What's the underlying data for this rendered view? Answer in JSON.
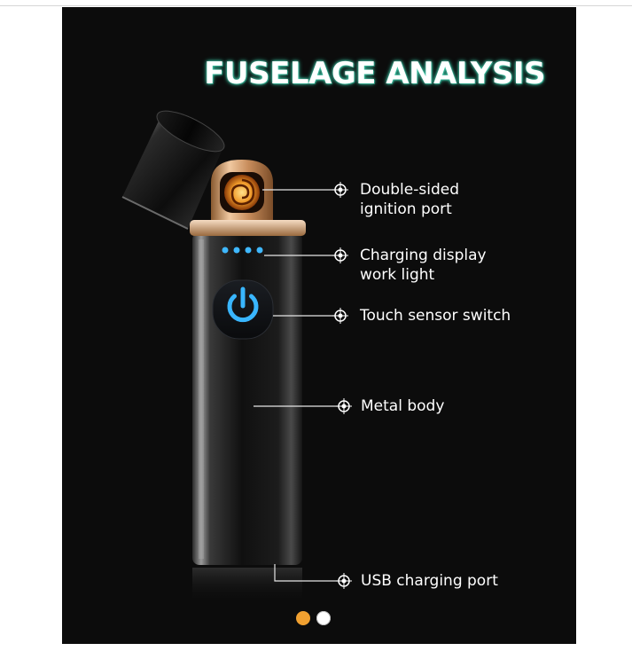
{
  "image": {
    "headline": "FUSELAGE ANALYSIS"
  },
  "callouts": [
    {
      "id": "ignition",
      "text": "Double-sided\nignition port"
    },
    {
      "id": "display",
      "text": "Charging display\nwork light"
    },
    {
      "id": "touch",
      "text": "Touch sensor switch"
    },
    {
      "id": "body",
      "text": "Metal body"
    },
    {
      "id": "usb",
      "text": "USB charging port"
    }
  ],
  "carousel": {
    "slide_count": 2,
    "active_index": 0,
    "active_color": "#f0a030",
    "inactive_color": "#ffffff"
  },
  "colors": {
    "headline_glow": "#4fd9b9",
    "indicator_blue": "#3fb8ff",
    "coil_gold": "#e8a040"
  },
  "icons": [
    "power-icon",
    "callout-target-icon"
  ]
}
